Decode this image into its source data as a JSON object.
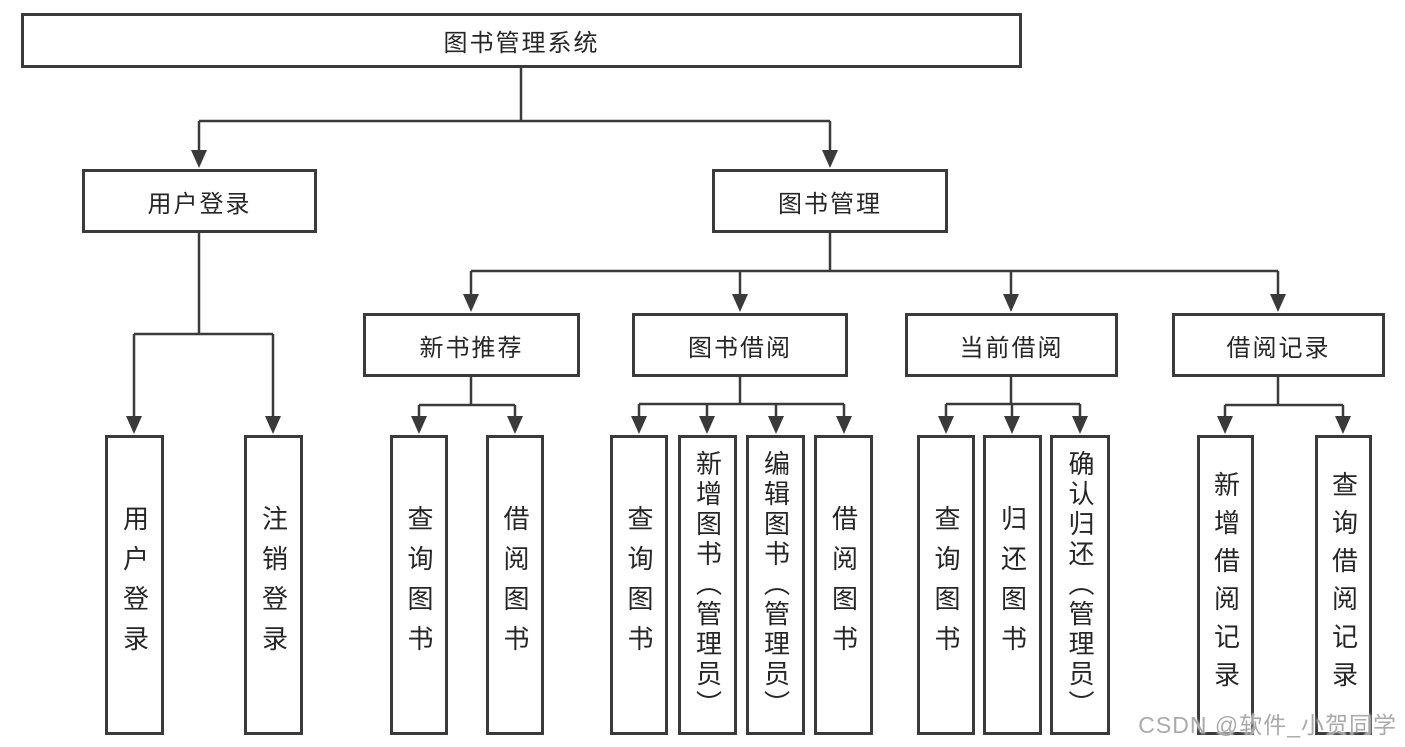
{
  "tree": {
    "root": {
      "label": "图书管理系统"
    },
    "level2": [
      {
        "label": "用户登录",
        "children": [
          {
            "label": "用户登录"
          },
          {
            "label": "注销登录"
          }
        ]
      },
      {
        "label": "图书管理",
        "children": [
          {
            "label": "新书推荐",
            "children": [
              {
                "label": "查询图书"
              },
              {
                "label": "借阅图书"
              }
            ]
          },
          {
            "label": "图书借阅",
            "children": [
              {
                "label": "查询图书"
              },
              {
                "label": "新增图书（管理员）"
              },
              {
                "label": "编辑图书（管理员）"
              },
              {
                "label": "借阅图书"
              }
            ]
          },
          {
            "label": "当前借阅",
            "children": [
              {
                "label": "查询图书"
              },
              {
                "label": "归还图书"
              },
              {
                "label": "确认归还（管理员）"
              }
            ]
          },
          {
            "label": "借阅记录",
            "children": [
              {
                "label": "新增借阅记录"
              },
              {
                "label": "查询借阅记录"
              }
            ]
          }
        ]
      }
    ]
  },
  "watermark": {
    "text": "CSDN @软件_小贺同学"
  },
  "colors": {
    "line": "#3a3a3a",
    "text": "#262626",
    "background": "#ffffff",
    "watermark": "#9e9e9e"
  }
}
